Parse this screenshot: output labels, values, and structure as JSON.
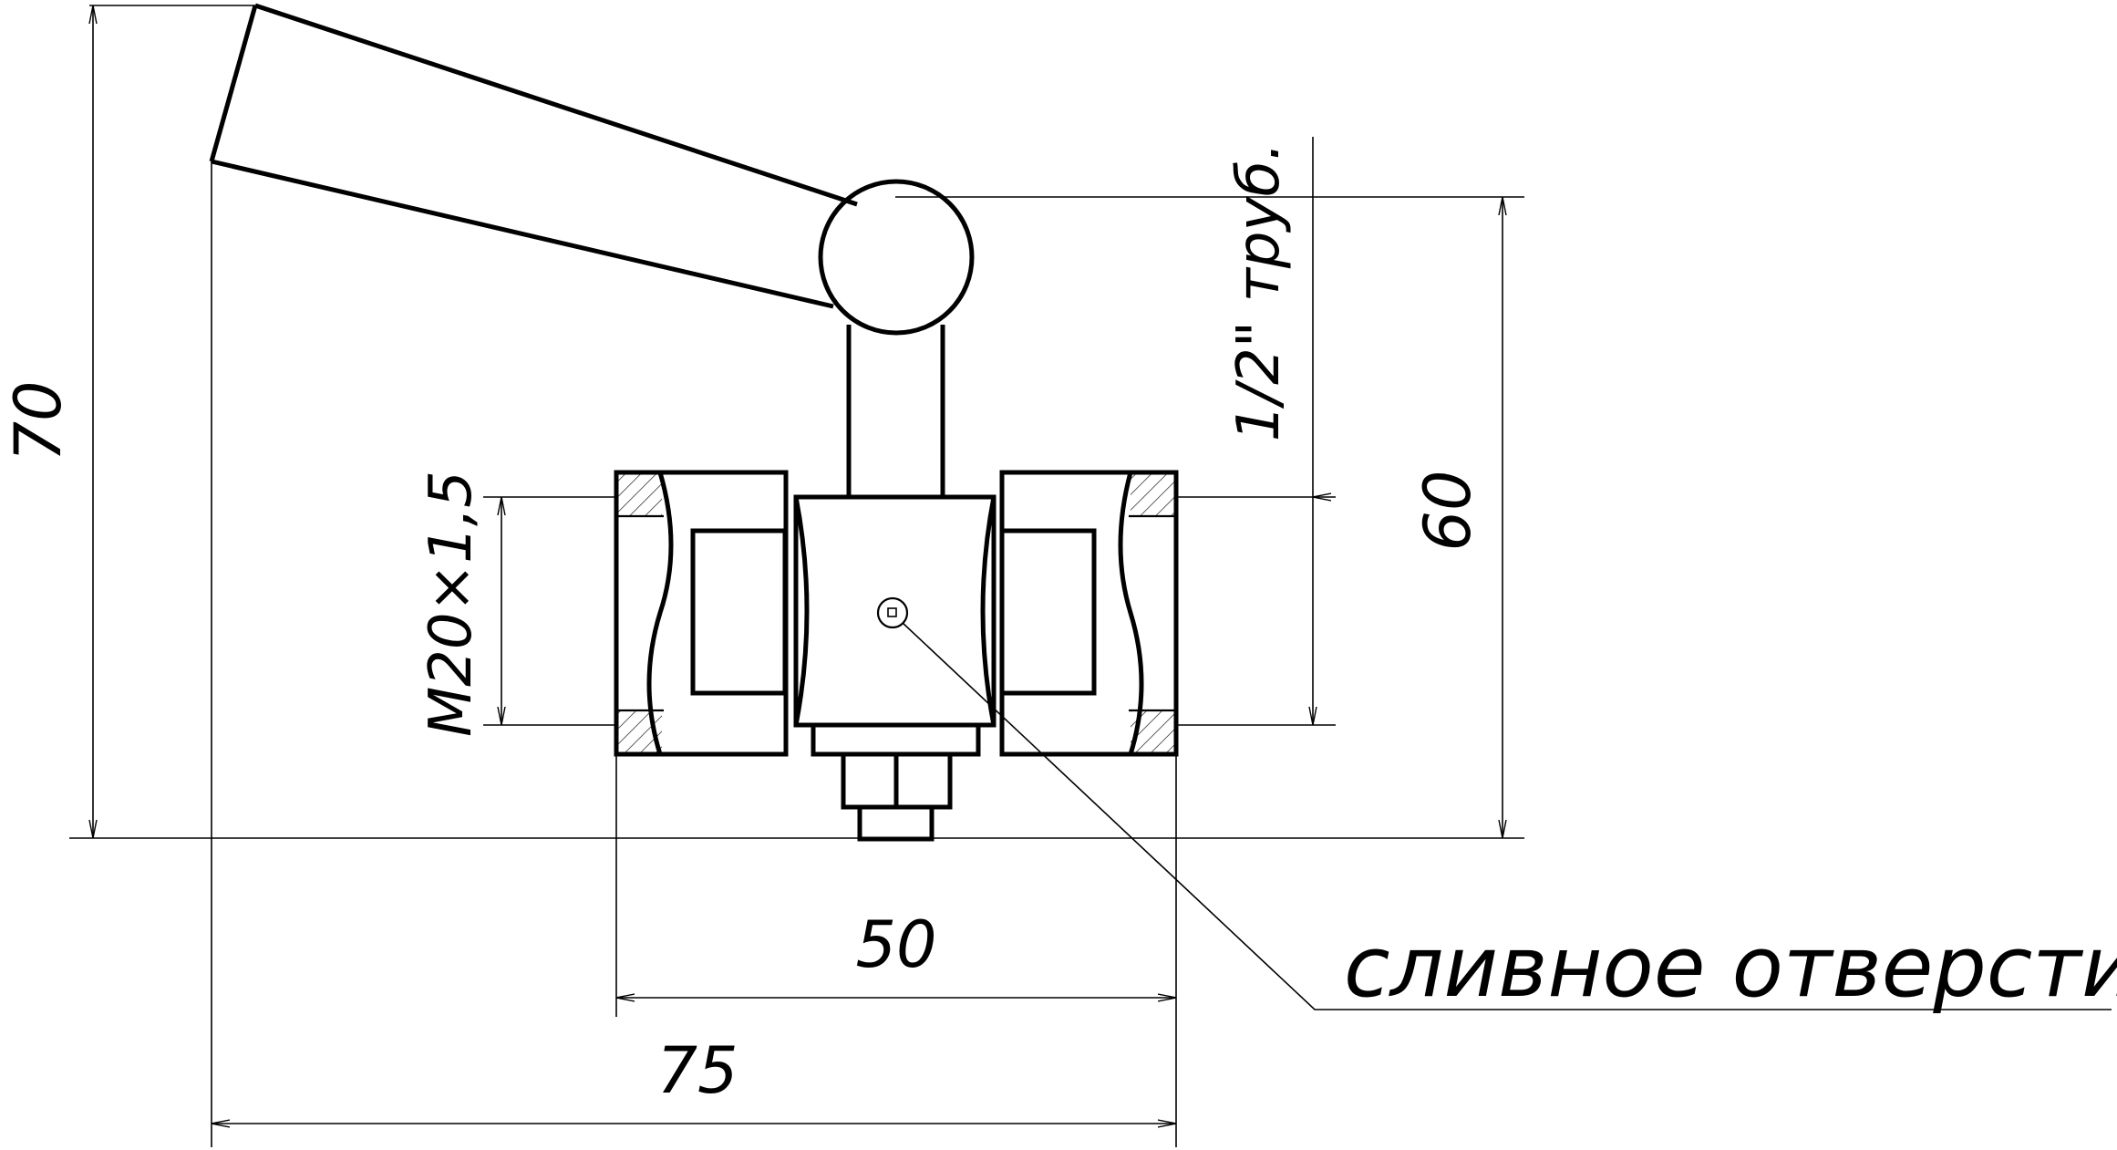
{
  "dimensions": {
    "height_total": "70",
    "height_60": "60",
    "thread": "M20×1,5",
    "pipe": "1/2\" труб.",
    "width_50": "50",
    "width_75": "75"
  },
  "callout": {
    "drain_hole": "сливное отверстие"
  }
}
